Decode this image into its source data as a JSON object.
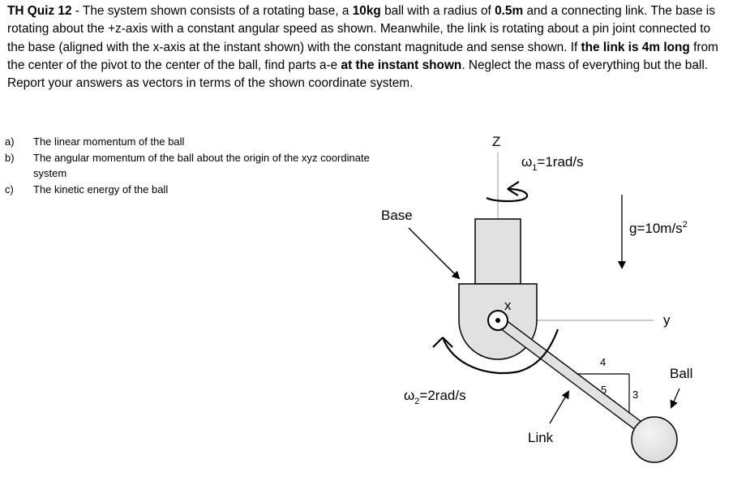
{
  "problem": {
    "title": "TH Quiz 12",
    "t1": " - The system shown consists of a rotating base, a ",
    "b1": "10kg",
    "t2": " ball with a radius of ",
    "b2": "0.5m",
    "t3": " and a connecting link.  The base is rotating about the +z-axis with a constant angular speed as shown.  Meanwhile, the link is rotating about a pin joint connected to the base (aligned with the x-axis at the instant shown) with the constant magnitude and sense shown.  If ",
    "b3": "the link is 4m long",
    "t4": " from the center of the pivot to the center of the ball, find parts a-e ",
    "b4": "at the instant shown",
    "t5": ".  Neglect the mass of everything but the ball.  Report your answers as vectors in terms of the shown coordinate system."
  },
  "parts": [
    {
      "marker": "a)",
      "text": "The linear momentum of the ball"
    },
    {
      "marker": "b)",
      "text": "The angular momentum of the ball about the origin of the xyz coordinate system"
    },
    {
      "marker": "c)",
      "text": "The kinetic energy of the ball"
    }
  ],
  "figure": {
    "axis_z": "Z",
    "axis_y": "y",
    "axis_x": "x",
    "omega1_sym": "ω",
    "omega1_sub": "1",
    "omega1_val": "=1rad/s",
    "omega2_sym": "ω",
    "omega2_sub": "2",
    "omega2_val": "=2rad/s",
    "g_text": "g=10m/s",
    "g_sup": "2",
    "base_label": "Base",
    "ball_label": "Ball",
    "link_label": "Link",
    "tri_4": "4",
    "tri_5": "5",
    "tri_3": "3"
  }
}
